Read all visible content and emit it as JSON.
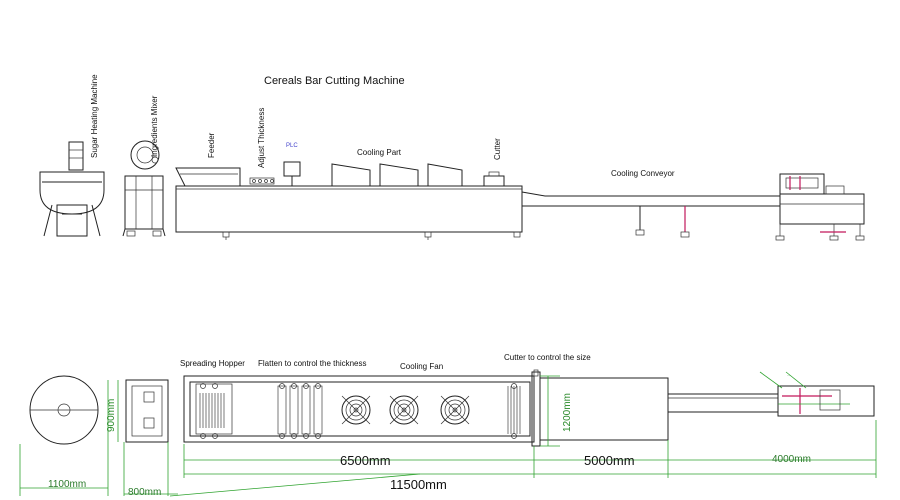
{
  "title": "Cereals Bar Cutting Machine",
  "side_labels": {
    "sugar_heating": "Sugar Heating Machine",
    "ingredients_mixer": "Ingredients Mixer",
    "feeder": "Feeder",
    "adjust_thickness": "Adjust Thickness",
    "plc": "PLC",
    "cooling_part": "Cooling Part",
    "cutter": "Cutter",
    "cooling_conveyor": "Cooling Conveyor"
  },
  "top_labels": {
    "spreading_hopper": "Spreading Hopper",
    "flatten": "Flatten to control the thickness",
    "cooling_fan": "Cooling Fan",
    "cutter_size": "Cutter to control the size"
  },
  "dimensions": {
    "d6500": "6500mm",
    "d5000": "5000mm",
    "d4000": "4000mm",
    "d11500": "11500mm",
    "d1100": "1100mm",
    "d800": "800mm",
    "d900": "900mm",
    "d1200": "1200mm"
  }
}
